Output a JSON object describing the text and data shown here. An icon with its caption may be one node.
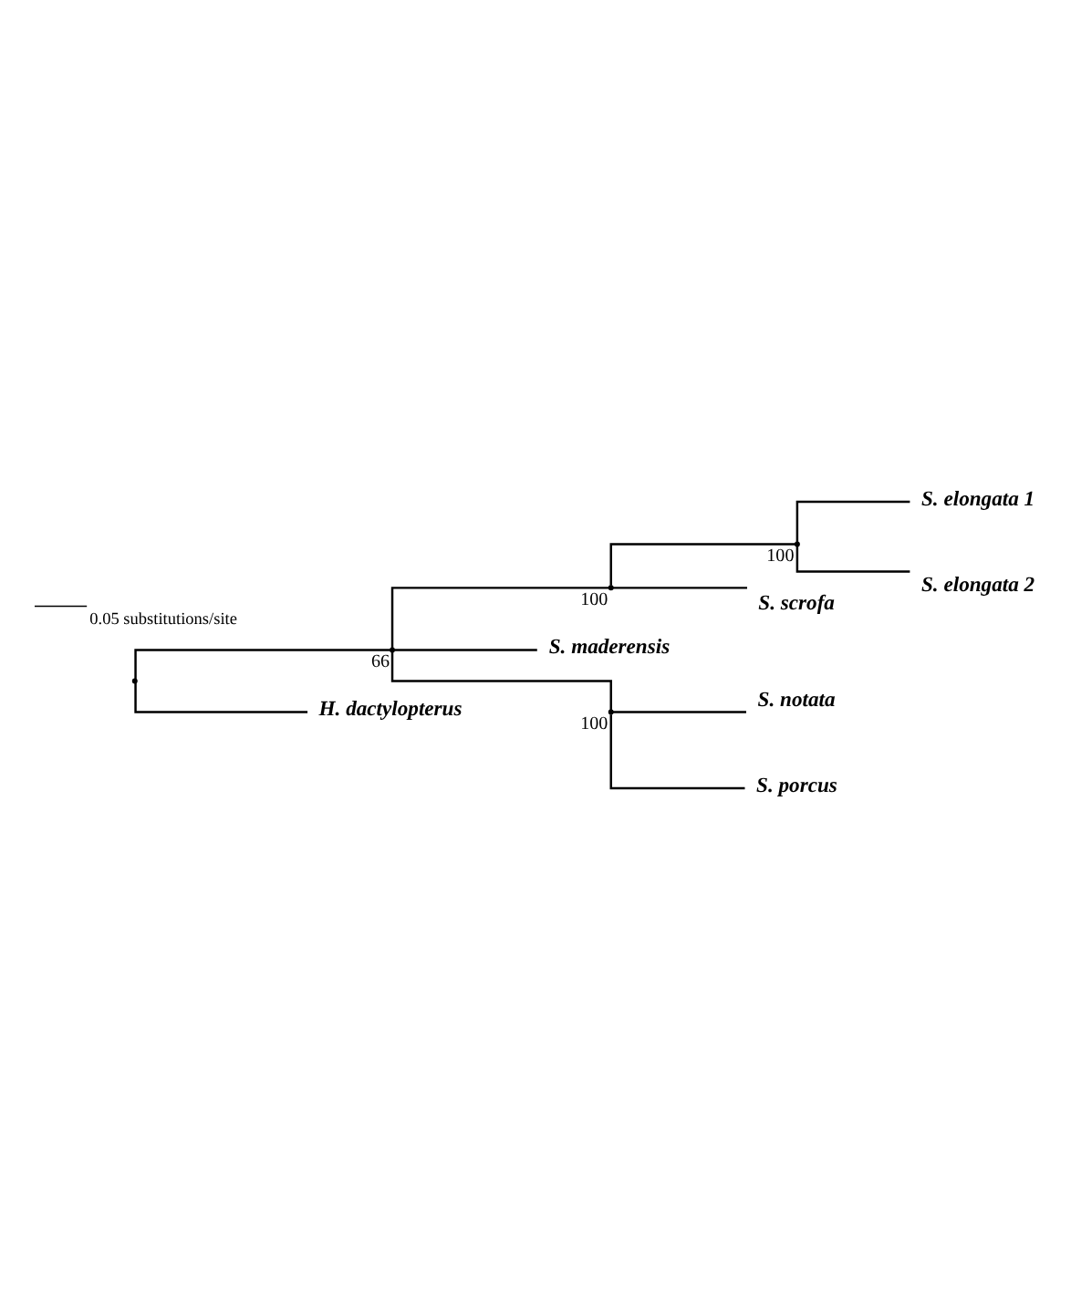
{
  "diagram": {
    "nodes": [
      {
        "text": [],
        "shape": "point"
      },
      {
        "text": [],
        "shape": "point",
        "beside": [
          "66"
        ]
      },
      {
        "text": [],
        "shape": "point",
        "beside": [
          "100"
        ]
      },
      {
        "text": [],
        "shape": "point",
        "beside": [
          "100"
        ]
      },
      {
        "text": [
          "S. elongata 1"
        ]
      },
      {
        "text": [
          "S. elongata 2"
        ]
      },
      {
        "text": [
          "S. scrofa"
        ]
      },
      {
        "text": [
          "S. maderensis"
        ]
      },
      {
        "text": [],
        "shape": "point",
        "beside": [
          "100"
        ]
      },
      {
        "text": [
          "S. notata"
        ]
      },
      {
        "text": [
          "S. porcus"
        ]
      },
      {
        "text": [
          "H. dactylopterus"
        ]
      }
    ],
    "edges": [
      {
        "from": 0,
        "to": 1,
        "arrow": "none"
      },
      {
        "from": 1,
        "to": 2,
        "arrow": "none"
      },
      {
        "from": 2,
        "to": 3,
        "arrow": "none"
      },
      {
        "from": 3,
        "to": 4,
        "arrow": "none"
      },
      {
        "from": 3,
        "to": 5,
        "arrow": "none"
      },
      {
        "from": 2,
        "to": 6,
        "arrow": "none"
      },
      {
        "from": 1,
        "to": 7,
        "arrow": "none"
      },
      {
        "from": 1,
        "to": 8,
        "arrow": "none"
      },
      {
        "from": 8,
        "to": 9,
        "arrow": "none"
      },
      {
        "from": 8,
        "to": 10,
        "arrow": "none"
      },
      {
        "from": 0,
        "to": 11,
        "arrow": "none"
      }
    ],
    "labels": [
      "0.05 substitutions/site"
    ]
  }
}
